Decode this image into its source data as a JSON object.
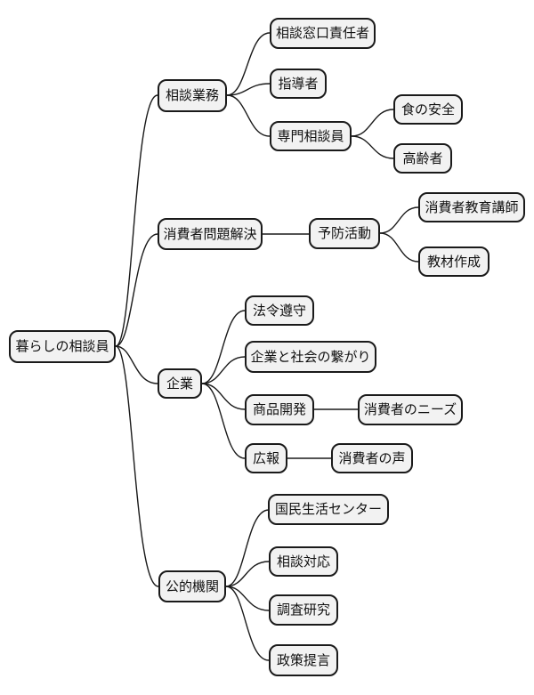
{
  "mindmap": {
    "root": {
      "label": "暮らしの相談員"
    },
    "branches": [
      {
        "label": "相談業務",
        "children": [
          {
            "label": "相談窓口責任者"
          },
          {
            "label": "指導者"
          },
          {
            "label": "専門相談員",
            "children": [
              {
                "label": "食の安全"
              },
              {
                "label": "高齢者"
              }
            ]
          }
        ]
      },
      {
        "label": "消費者問題解決",
        "children": [
          {
            "label": "予防活動",
            "children": [
              {
                "label": "消費者教育講師"
              },
              {
                "label": "教材作成"
              }
            ]
          }
        ]
      },
      {
        "label": "企業",
        "children": [
          {
            "label": "法令遵守"
          },
          {
            "label": "企業と社会の繋がり"
          },
          {
            "label": "商品開発",
            "children": [
              {
                "label": "消費者のニーズ"
              }
            ]
          },
          {
            "label": "広報",
            "children": [
              {
                "label": "消費者の声"
              }
            ]
          }
        ]
      },
      {
        "label": "公的機関",
        "children": [
          {
            "label": "国民生活センター"
          },
          {
            "label": "相談対応"
          },
          {
            "label": "調査研究"
          },
          {
            "label": "政策提言"
          }
        ]
      }
    ]
  },
  "colors": {
    "background": "#ffffff",
    "node_fill": "#f2f2f2",
    "node_border": "#1a1a1a",
    "edge": "#1a1a1a",
    "text": "#111111"
  }
}
